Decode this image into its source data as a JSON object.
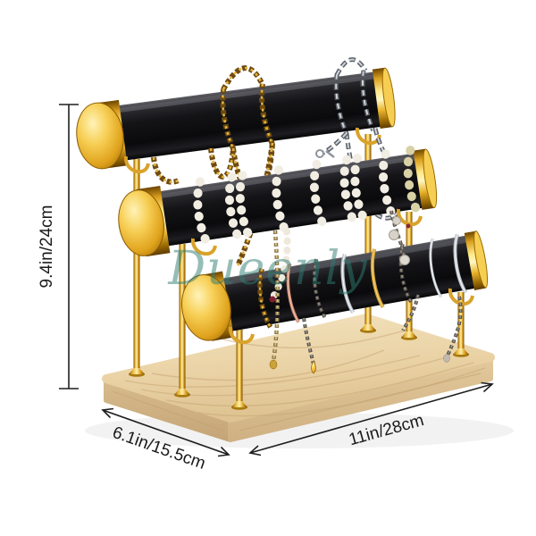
{
  "scene": {
    "background": "#ffffff",
    "subject": "three-tier T-bar jewelry bracelet display stand on wooden base"
  },
  "watermark": {
    "text": "Dueenly",
    "color": "#2f7d72"
  },
  "dimension_annotations": {
    "height": "9.4in/24cm",
    "depth": "6.1in/15.5cm",
    "width": "11in/28cm"
  },
  "palette": {
    "gold": "#e0a92c",
    "gold_highlight": "#fff0a8",
    "gold_shadow": "#6e4500",
    "leather_black": "#131316",
    "wood_light": "#f3e2bd",
    "wood_shadow": "#cfb183",
    "pearl_white": "#f2ede2",
    "silver": "#ced3d9",
    "annotation_text": "#1a1a1a"
  }
}
